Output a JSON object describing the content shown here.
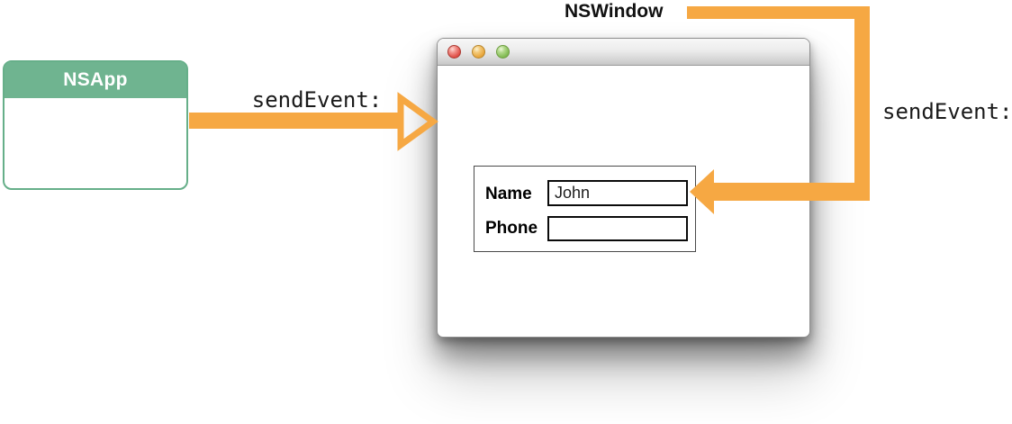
{
  "nsapp": {
    "label": "NSApp"
  },
  "arrows": {
    "app_to_window": {
      "label": "sendEvent:"
    },
    "window_to_view": {
      "label": "sendEvent:"
    }
  },
  "nswindow": {
    "label": "NSWindow",
    "window_controls": [
      {
        "name": "close",
        "color": "#df4744"
      },
      {
        "name": "minimize",
        "color": "#e8a63c"
      },
      {
        "name": "zoom",
        "color": "#82bb54"
      }
    ],
    "form": {
      "fields": [
        {
          "label": "Name",
          "value": "John"
        },
        {
          "label": "Phone",
          "value": ""
        }
      ]
    }
  },
  "colors": {
    "accent_orange": "#f6a843",
    "accent_green": "#6fb490"
  }
}
